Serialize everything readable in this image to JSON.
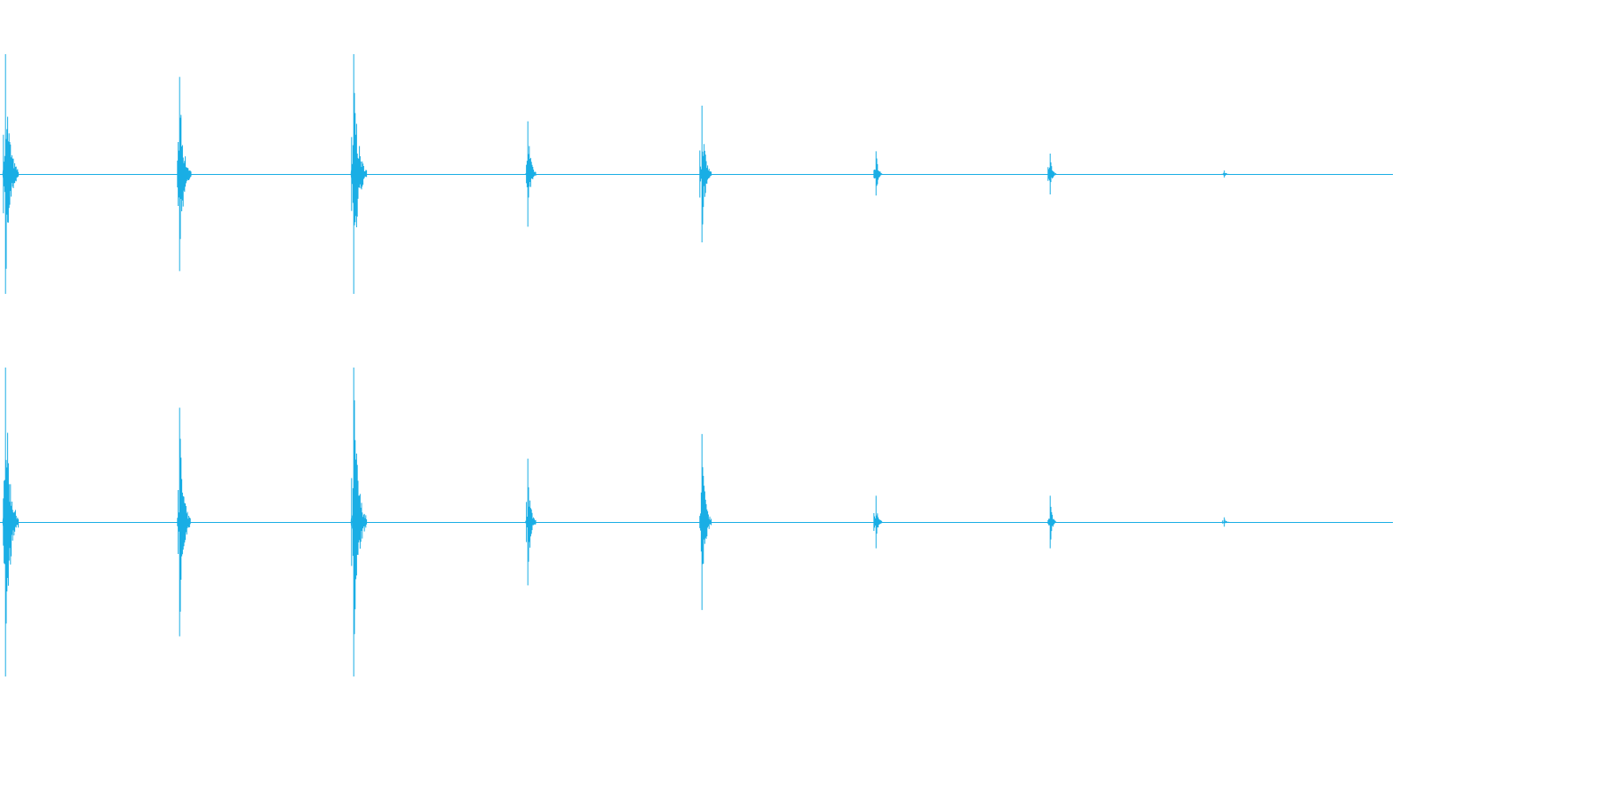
{
  "chart_data": {
    "type": "line",
    "description_kind": "stereo audio waveform",
    "color": "#1aaee5",
    "background": "#ffffff",
    "grid": false,
    "legend": "none",
    "x_range": [
      0,
      1
    ],
    "y_range": [
      -1,
      1
    ],
    "channels": [
      {
        "transients": [
          {
            "t": 0.003,
            "peak": 1.0,
            "trough": -1.0
          },
          {
            "t": 0.128,
            "peak": 0.81,
            "trough": -0.81
          },
          {
            "t": 0.253,
            "peak": 1.0,
            "trough": -1.0
          },
          {
            "t": 0.378,
            "peak": 0.44,
            "trough": -0.44
          },
          {
            "t": 0.503,
            "peak": 0.57,
            "trough": -0.57
          },
          {
            "t": 0.628,
            "peak": 0.19,
            "trough": -0.18
          },
          {
            "t": 0.753,
            "peak": 0.17,
            "trough": -0.17
          },
          {
            "t": 0.878,
            "peak": 0.03,
            "trough": -0.03
          }
        ]
      },
      {
        "transients": [
          {
            "t": 0.003,
            "peak": 1.0,
            "trough": -1.0
          },
          {
            "t": 0.128,
            "peak": 0.74,
            "trough": -0.74
          },
          {
            "t": 0.253,
            "peak": 1.0,
            "trough": -1.0
          },
          {
            "t": 0.378,
            "peak": 0.41,
            "trough": -0.41
          },
          {
            "t": 0.503,
            "peak": 0.57,
            "trough": -0.57
          },
          {
            "t": 0.628,
            "peak": 0.17,
            "trough": -0.17
          },
          {
            "t": 0.753,
            "peak": 0.17,
            "trough": -0.17
          },
          {
            "t": 0.878,
            "peak": 0.03,
            "trough": -0.03
          }
        ]
      }
    ]
  }
}
